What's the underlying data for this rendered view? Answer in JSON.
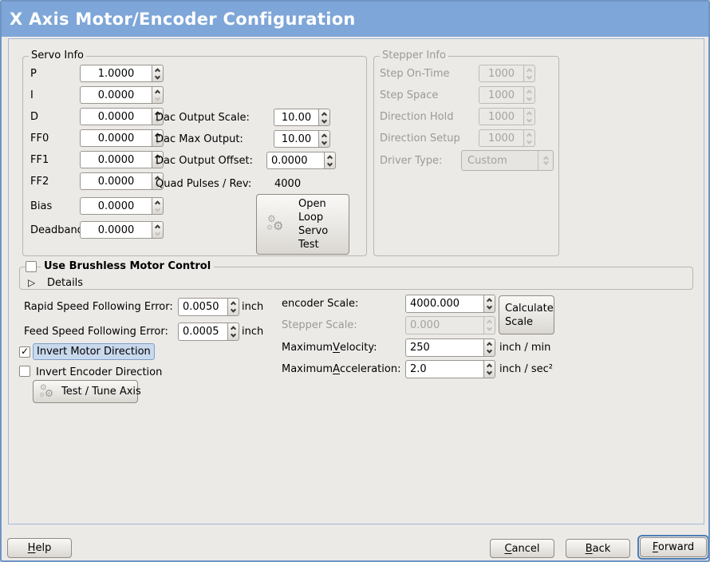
{
  "window": {
    "title": "X Axis Motor/Encoder Configuration"
  },
  "servo": {
    "legend": "Servo Info",
    "rows": [
      {
        "label": "P",
        "value": "1.0000"
      },
      {
        "label": "I",
        "value": "0.0000"
      },
      {
        "label": "D",
        "value": "0.0000"
      },
      {
        "label": "FF0",
        "value": "0.0000"
      },
      {
        "label": "FF1",
        "value": "0.0000"
      },
      {
        "label": "FF2",
        "value": "0.0000"
      },
      {
        "label": "Bias",
        "value": "0.0000"
      },
      {
        "label": "Deadband",
        "value": "0.0000"
      }
    ],
    "dac": [
      {
        "label": "Dac Output Scale:",
        "value": "10.00"
      },
      {
        "label": "Dac Max Output:",
        "value": "10.00"
      },
      {
        "label": "Dac Output Offset:",
        "value": "0.0000"
      }
    ],
    "quad_label": "Quad Pulses / Rev:",
    "quad_value": "4000",
    "open_loop_lines": [
      "Open",
      "Loop",
      "Servo",
      "Test"
    ]
  },
  "stepper": {
    "legend": "Stepper Info",
    "rows": [
      {
        "label": "Step On-Time",
        "value": "1000"
      },
      {
        "label": "Step Space",
        "value": "1000"
      },
      {
        "label": "Direction Hold",
        "value": "1000"
      },
      {
        "label": "Direction Setup",
        "value": "1000"
      }
    ],
    "driver_label": "Driver Type:",
    "driver_value": "Custom"
  },
  "brushless": {
    "label": "Use Brushless Motor Control",
    "details": "Details"
  },
  "ferror": {
    "rapid_label": "Rapid Speed Following Error:",
    "rapid_value": "0.0050",
    "rapid_unit": "inch",
    "feed_label": "Feed Speed Following Error:",
    "feed_value": "0.0005",
    "feed_unit": "inch"
  },
  "scales": {
    "encoder_label": "encoder Scale:",
    "encoder_value": "4000.000",
    "calc_button": "Calculate Scale",
    "stepper_label": "Stepper Scale:",
    "stepper_value": "0.000",
    "vel_label": {
      "pre": "Maximum ",
      "mn": "V",
      "post": "elocity:"
    },
    "vel_value": "250",
    "vel_unit": "inch / min",
    "acc_label": {
      "pre": "Maximum ",
      "mn": "A",
      "post": "cceleration:"
    },
    "acc_value": "2.0",
    "acc_unit": "inch / sec²"
  },
  "invert": {
    "motor_label": "Invert Motor Direction",
    "encoder_label": "Invert Encoder Direction",
    "test_button": "Test / Tune Axis"
  },
  "footer": {
    "help": {
      "pre": "",
      "mn": "H",
      "post": "elp"
    },
    "cancel": {
      "pre": "",
      "mn": "C",
      "post": "ancel"
    },
    "back": {
      "pre": "",
      "mn": "B",
      "post": "ack"
    },
    "forward": {
      "pre": "",
      "mn": "F",
      "post": "orward"
    }
  },
  "colors": {
    "titlebar": "#7EA6D8",
    "focus": "#4E7CB8",
    "highlight": "#C9D9ED"
  }
}
